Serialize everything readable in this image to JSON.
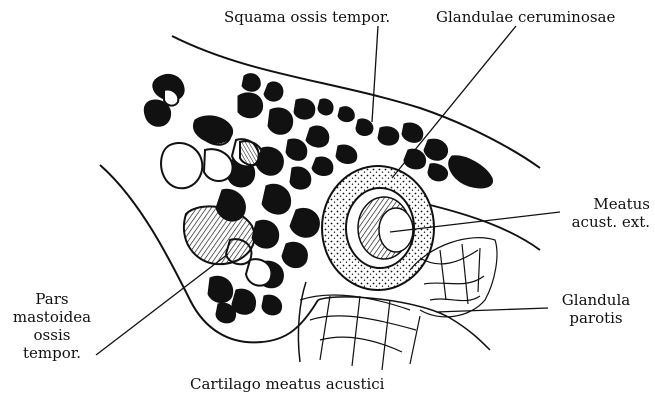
{
  "labels": {
    "squama": "Squama ossis tempor.",
    "glandulae": "Glandulae ceruminosae",
    "meatus_line1": "Meatus",
    "meatus_line2": "acust. ext.",
    "parotis_line1": "Glandula",
    "parotis_line2": "parotis",
    "pars_line1": "Pars",
    "pars_line2": "mastoidea",
    "pars_line3": "ossis",
    "pars_line4": "tempor.",
    "cartilago": "Cartilago meatus acustici"
  },
  "colors": {
    "ink": "#111111",
    "paper": "#ffffff"
  }
}
